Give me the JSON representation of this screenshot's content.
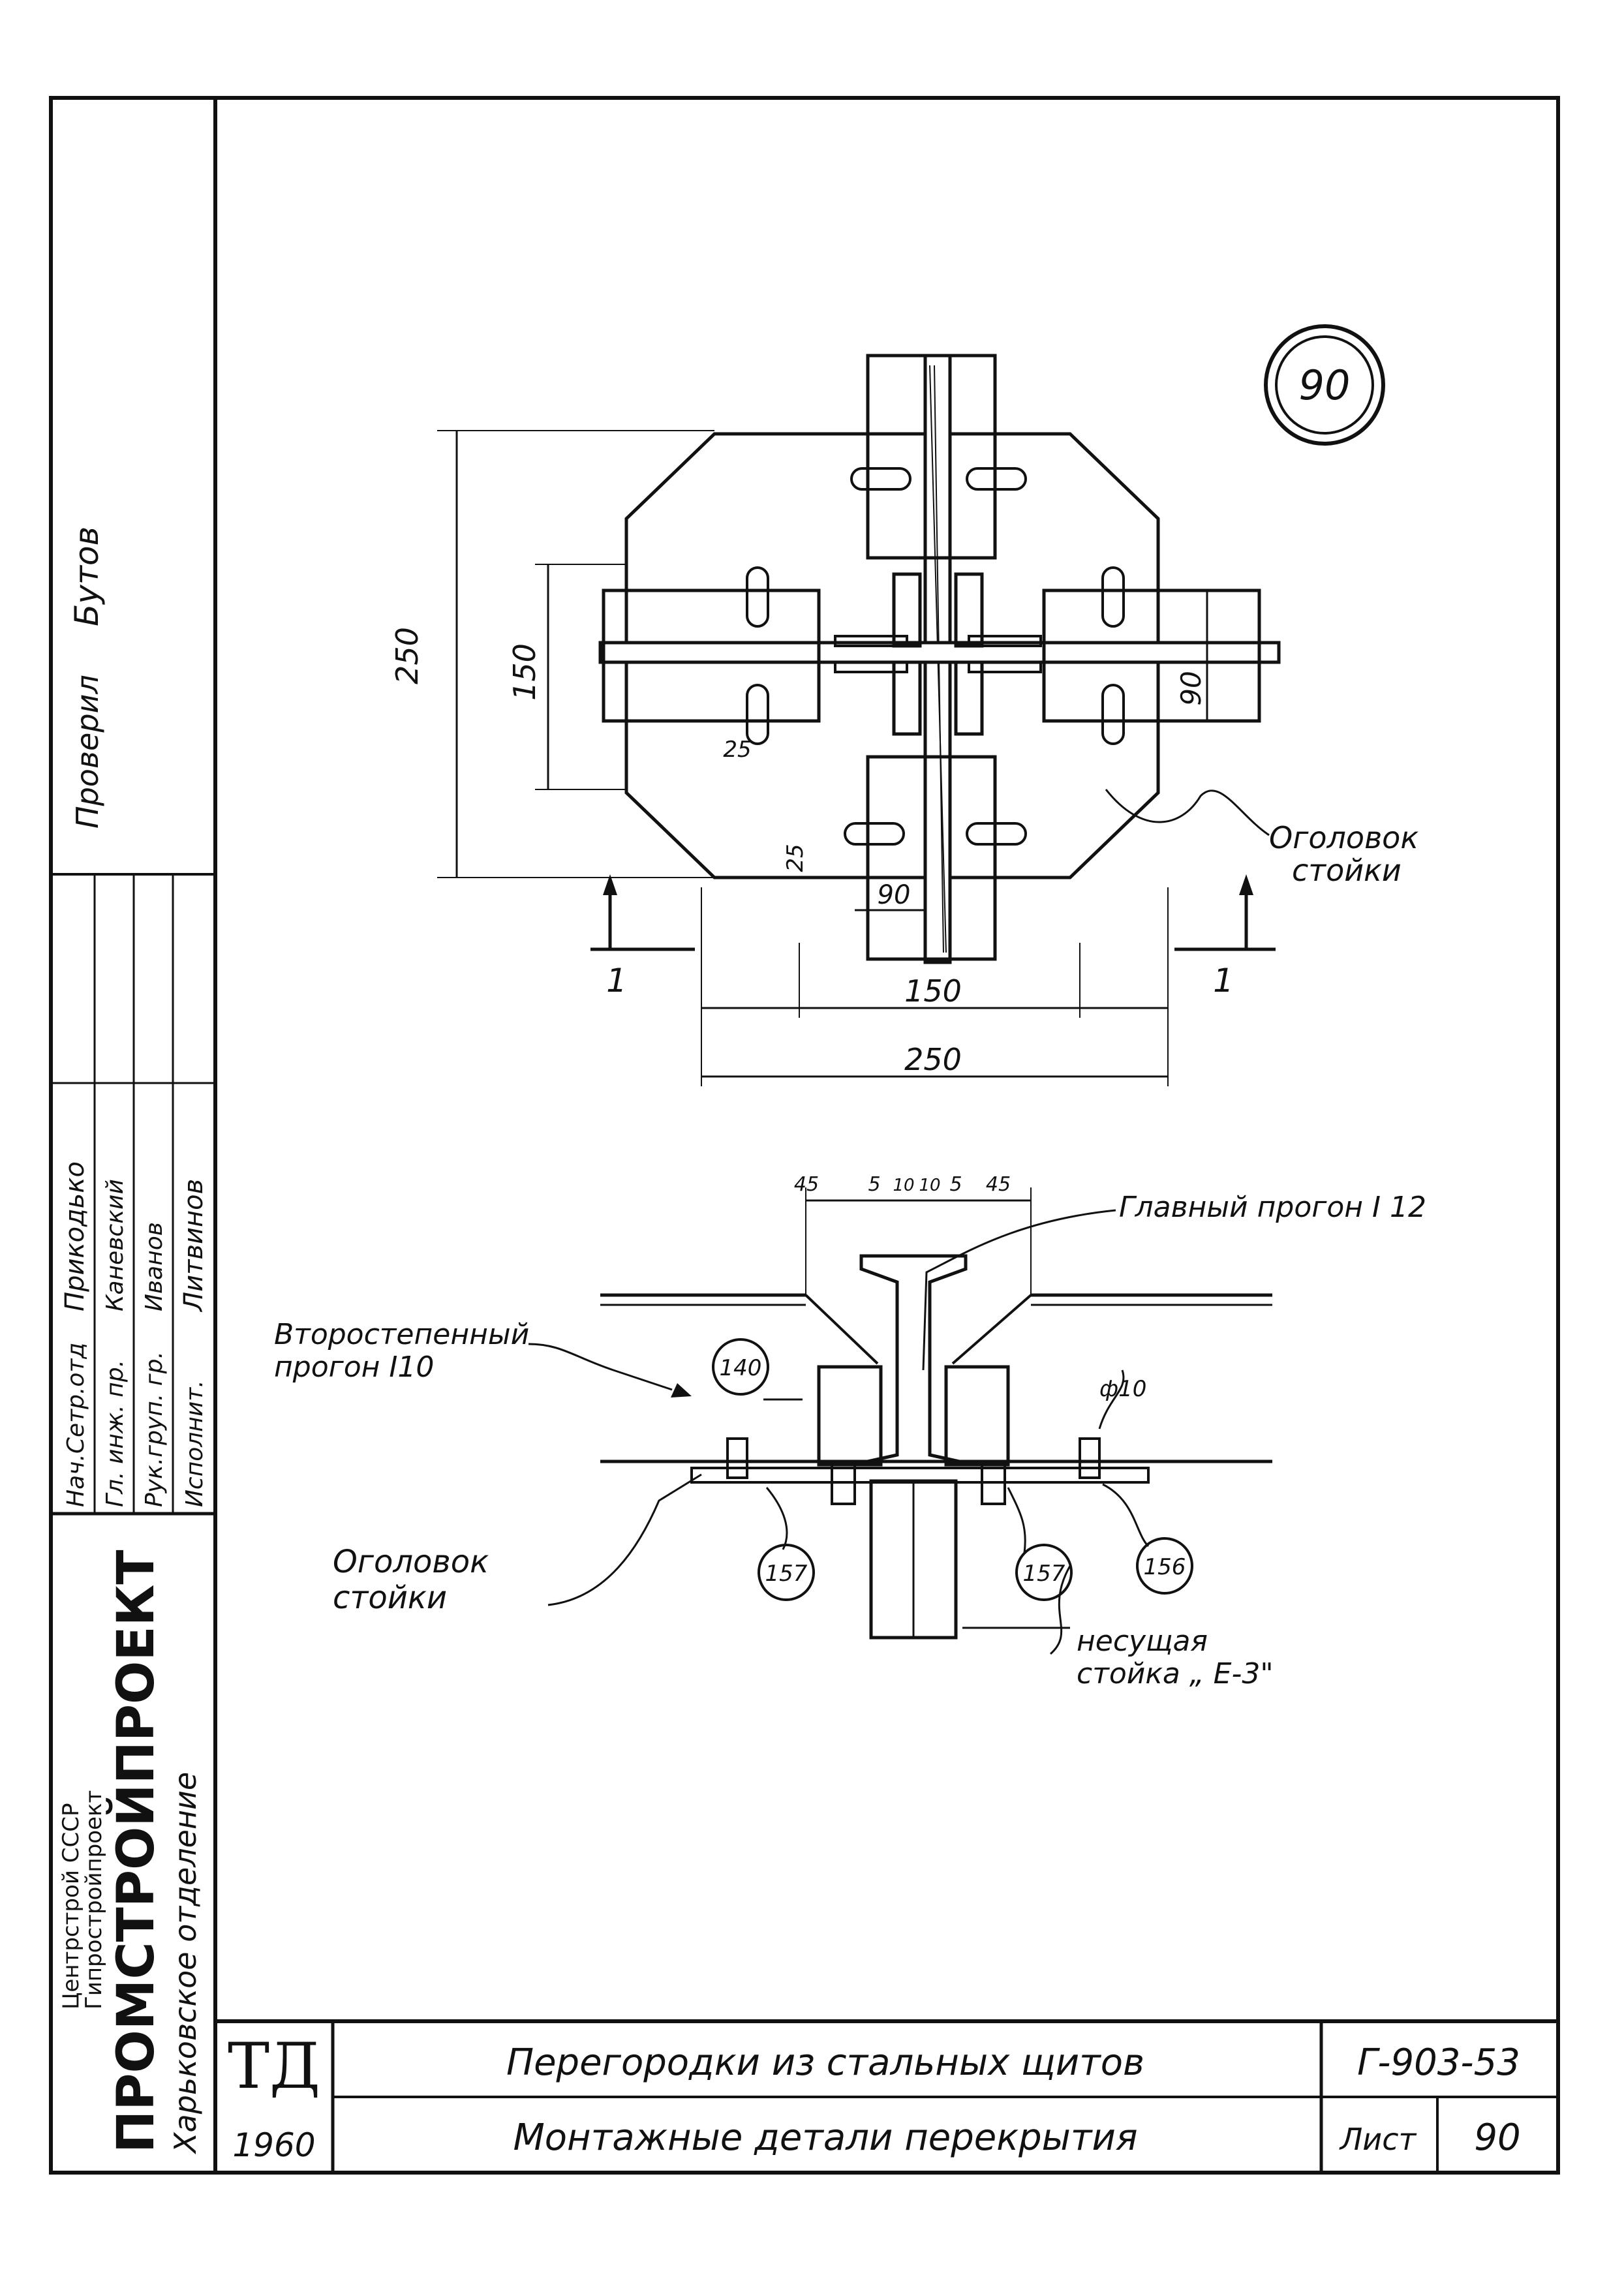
{
  "sheet_marker": "90",
  "plan_view": {
    "dims": {
      "d250_vertical": "250",
      "d150_vertical": "150",
      "d90_vertical": "90",
      "d25_upper": "25",
      "d25_lower": "25",
      "d90_horizontal": "90",
      "d150_horizontal": "150",
      "d250_horizontal": "250"
    },
    "section_left": "1",
    "section_right": "1",
    "cap_label_1": "Оголовок",
    "cap_label_2": "стойки"
  },
  "section_view": {
    "top_dims": [
      "45",
      "5",
      "10",
      "10",
      "5",
      "45"
    ],
    "main_purlin": "Главный прогон I 12",
    "secondary_1": "Второстепенный",
    "secondary_2": "прогон I10",
    "phi": "ф10",
    "cap_1": "Оголовок",
    "cap_2": "стойки",
    "post_1": "несущая",
    "post_2": "стойка „ Е-3\"",
    "callouts": [
      "140",
      "157",
      "157",
      "156"
    ]
  },
  "side_stamp": {
    "checked_label": "Проверил",
    "checked_name": "Бутов",
    "roles": [
      "Нач.Сетр.отд",
      "Гл. инж. пр.",
      "Рук.груп. гр.",
      "Исполнит."
    ],
    "names": [
      "Прикодько",
      "Каневский",
      "Иванов",
      "Литвинов"
    ],
    "org_small_1": "Центрстрой СССР",
    "org_small_2": "Гипростройпроект",
    "org_big": "ПРОМСТРОЙПРОЕКТ",
    "org_sub": "Харьковское отделение"
  },
  "title_block": {
    "td": "ТД",
    "year": "1960",
    "title_1": "Перегородки из стальных щитов",
    "title_2": "Монтажные детали перекрытия",
    "code": "Г-903-53",
    "sheet_label": "Лист",
    "sheet_no": "90"
  }
}
